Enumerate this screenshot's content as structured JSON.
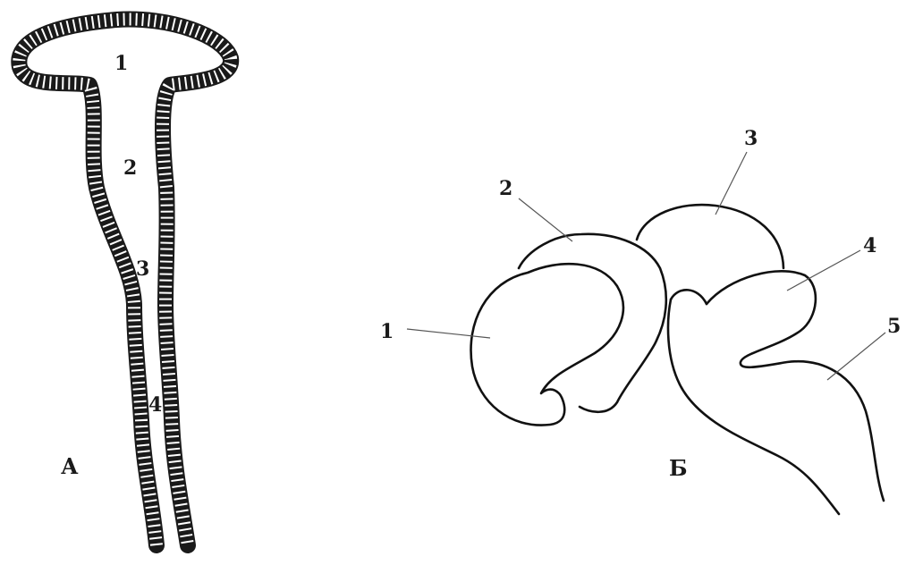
{
  "panels": {
    "a": {
      "label": "А",
      "parts": [
        "1",
        "2",
        "3",
        "4"
      ]
    },
    "b": {
      "label": "Б",
      "parts": [
        "1",
        "2",
        "3",
        "4",
        "5"
      ]
    }
  }
}
